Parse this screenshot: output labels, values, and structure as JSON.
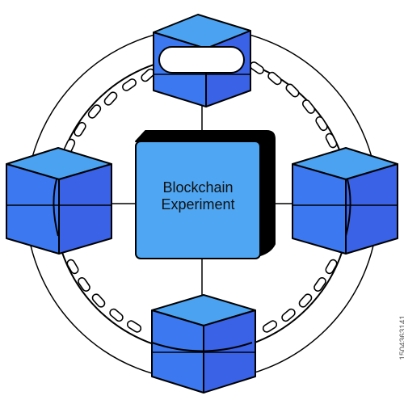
{
  "title": {
    "line1": "Blockchain",
    "line2": "Experiment"
  },
  "watermark": {
    "id": "1504363141"
  },
  "colors": {
    "cube_light": "#4aa2f0",
    "cube_mid": "#3c78f0",
    "cube_dark": "#3a62e6",
    "center_face": "#4fa6f2",
    "center_shadow": "#000000",
    "outline": "#000000",
    "link_fill": "#ffffff"
  },
  "icons": [
    "blockchain-ring-icon",
    "chain-link-icon",
    "cube-block-icon"
  ]
}
